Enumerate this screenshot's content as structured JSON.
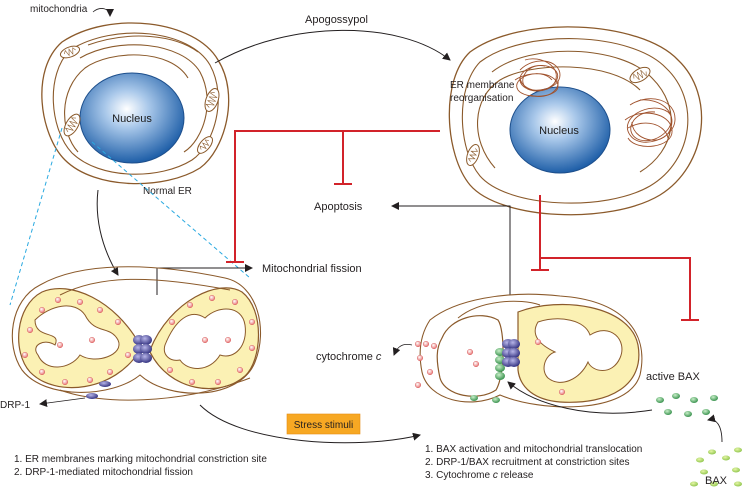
{
  "labels": {
    "mitochondria": "mitochondria",
    "apogossypol": "Apogossypol",
    "er_reorg_line1": "ER membrane",
    "er_reorg_line2": "reorganisation",
    "nucleus_left": "Nucleus",
    "nucleus_right": "Nucleus",
    "normal_er": "Normal ER",
    "apoptosis": "Apoptosis",
    "mito_fission": "Mitochondrial fission",
    "cytochrome": "cytochrome ",
    "cytochrome_c": "c",
    "drp1": "DRP-1",
    "active_bax": "active BAX",
    "bax": "BAX",
    "stress": "Stress stimuli"
  },
  "left_list": [
    "1. ER membranes marking mitochondrial constriction site",
    "2. DRP-1-mediated mitochondrial fission"
  ],
  "right_list": {
    "item1": "1. BAX activation and mitochondrial translocation",
    "item2": "2. DRP-1/BAX recruitment at constriction sites",
    "item3_pre": "3. Cytochrome ",
    "item3_c": "c",
    "item3_post": " release"
  },
  "colors": {
    "inhibit": "#d2232a",
    "membrane": "#8b5a2b",
    "nucleus": "#2e74b5",
    "matrix": "#fbf1b4",
    "drp1": "#3f3d8f",
    "bax": "#3e9a4a",
    "cyto_c": "#f08080",
    "stress": "#f7a823",
    "dashed": "#29a9e0"
  }
}
